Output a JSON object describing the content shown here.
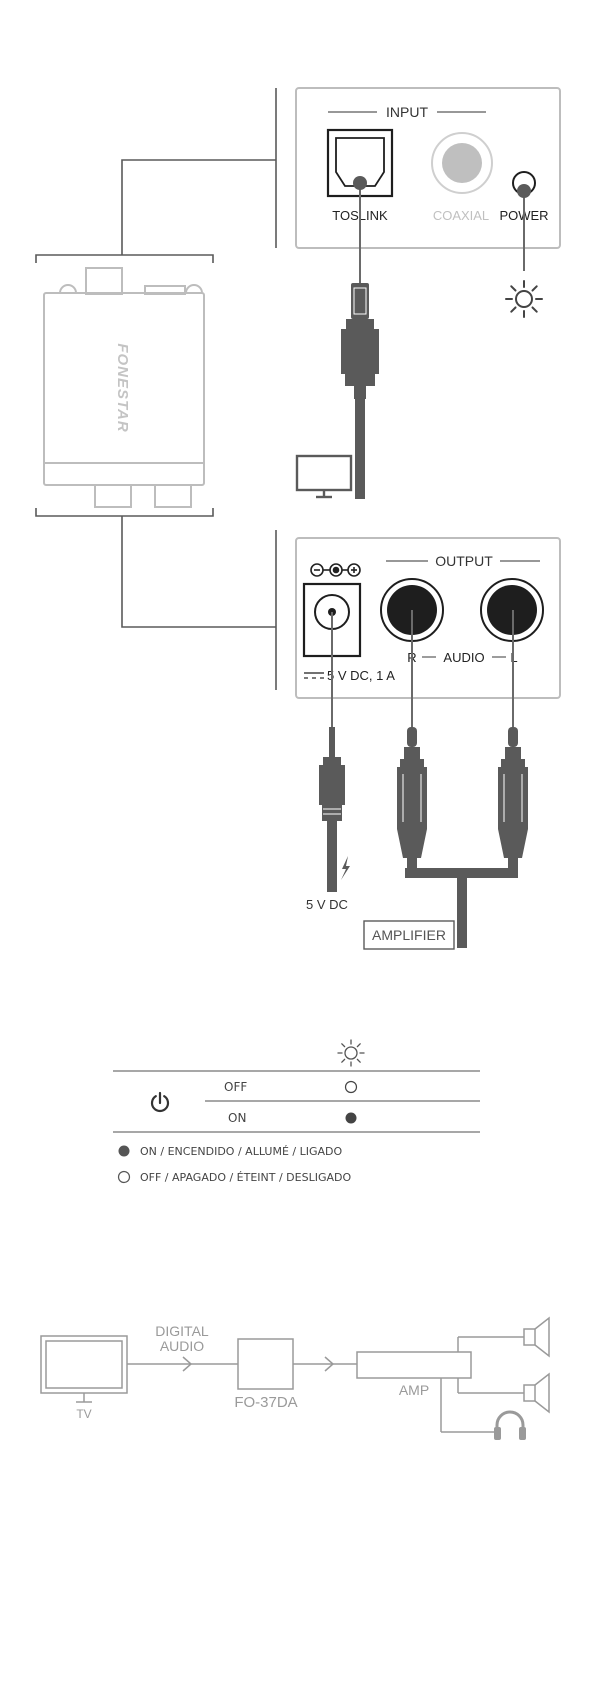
{
  "device": {
    "brand": "FONESTAR",
    "colors": {
      "dark": "#5a5a5a",
      "mid": "#8a8a8a",
      "light": "#bdbdbd",
      "body": "#ededed"
    }
  },
  "input_panel": {
    "title": "INPUT",
    "toslink_label": "TOSLINK",
    "coaxial_label": "COAXIAL",
    "power_label": "POWER"
  },
  "output_panel": {
    "title": "OUTPUT",
    "audio_label": "AUDIO",
    "right_label": "R",
    "left_label": "L",
    "power_spec": "5 V DC, 1 A"
  },
  "cables": {
    "dc_label": "5 V DC",
    "amplifier_label": "AMPLIFIER"
  },
  "led_table": {
    "rows": [
      {
        "label": "OFF",
        "state": "off"
      },
      {
        "label": "ON",
        "state": "on"
      }
    ],
    "legend_on": "ON / ENCENDIDO / ALLUMÉ / LIGADO",
    "legend_off": "OFF / APAGADO / ÉTEINT / DESLIGADO"
  },
  "flow": {
    "tv_label": "TV",
    "digital_audio_line1": "DIGITAL",
    "digital_audio_line2": "AUDIO",
    "device_label": "FO-37DA",
    "amp_label": "AMP"
  }
}
